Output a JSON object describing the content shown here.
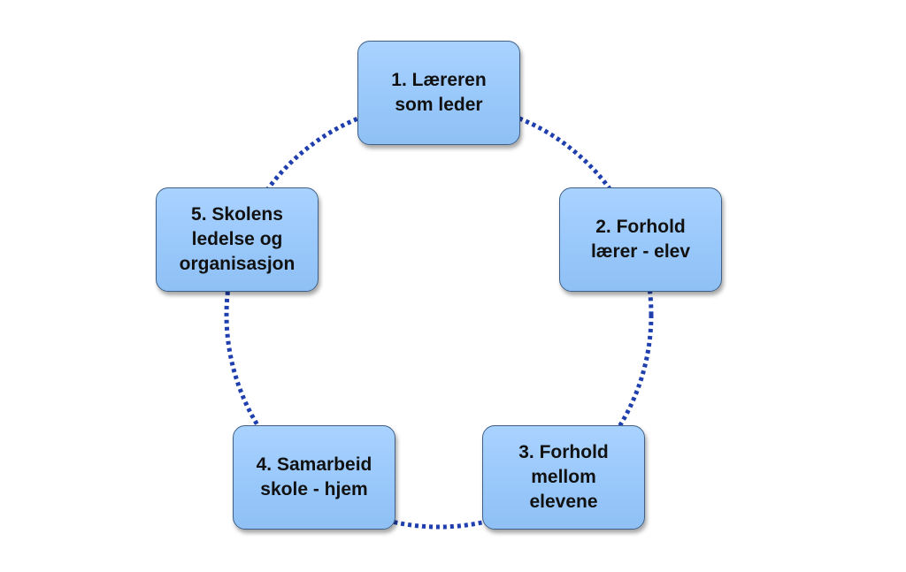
{
  "diagram": {
    "ring_color": "#1f3fae",
    "box_fill": "#99c8fb",
    "nodes": [
      {
        "label": "1. Læreren\nsom leder"
      },
      {
        "label": "2. Forhold\nlærer - elev"
      },
      {
        "label": "3. Forhold\nmellom\nelevene"
      },
      {
        "label": "4. Samarbeid\nskole - hjem"
      },
      {
        "label": "5. Skolens\nledelse og\norganisasjon"
      }
    ]
  }
}
